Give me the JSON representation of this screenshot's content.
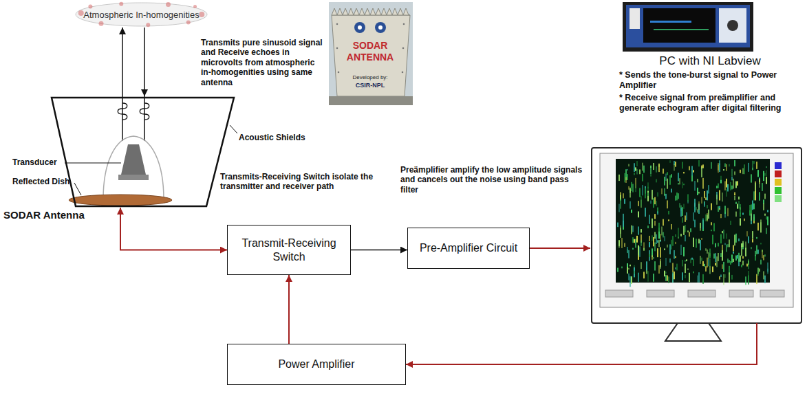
{
  "diagram": {
    "nodes": [
      {
        "text": [
          "Atmospheric In-homogenities"
        ]
      },
      {
        "text": [
          "SODAR Antenna"
        ]
      },
      {
        "text": [
          "Transmit-Receiving Switch"
        ]
      },
      {
        "text": [
          "Pre-Amplifier Circuit"
        ]
      },
      {
        "text": [
          "PC with NI Labview",
          "* Sends the tone-burst signal to Power Amplifier",
          "* Receive signal from preämplifier and generate echogram after digital filtering"
        ]
      },
      {
        "text": [
          "Power Amplifier"
        ]
      }
    ],
    "edges": [
      {
        "from": 1,
        "to": 0,
        "arrow": "to"
      },
      {
        "from": 0,
        "to": 1,
        "arrow": "to"
      },
      {
        "from": 1,
        "to": 2,
        "arrow": "both"
      },
      {
        "from": 2,
        "to": 3,
        "arrow": "to"
      },
      {
        "from": 3,
        "to": 4,
        "arrow": "to"
      },
      {
        "from": 4,
        "to": 5,
        "arrow": "to"
      },
      {
        "from": 5,
        "to": 2,
        "arrow": "to"
      }
    ],
    "labels": [
      "Transmits pure sinusoid signal and Receive echoes in microvolts from atmospheric in-homogenities using same antenna",
      "Acoustic Shields",
      "Transducer",
      "Reflected Dish",
      "Transmits-Receiving Switch isolate the transmitter and receiver path",
      "Preämplifier amplify the low amplitude signals and cancels out the noise using band pass filter",
      "SODAR ANTENNA",
      "Developed by:",
      "CSIR-NPL"
    ]
  }
}
